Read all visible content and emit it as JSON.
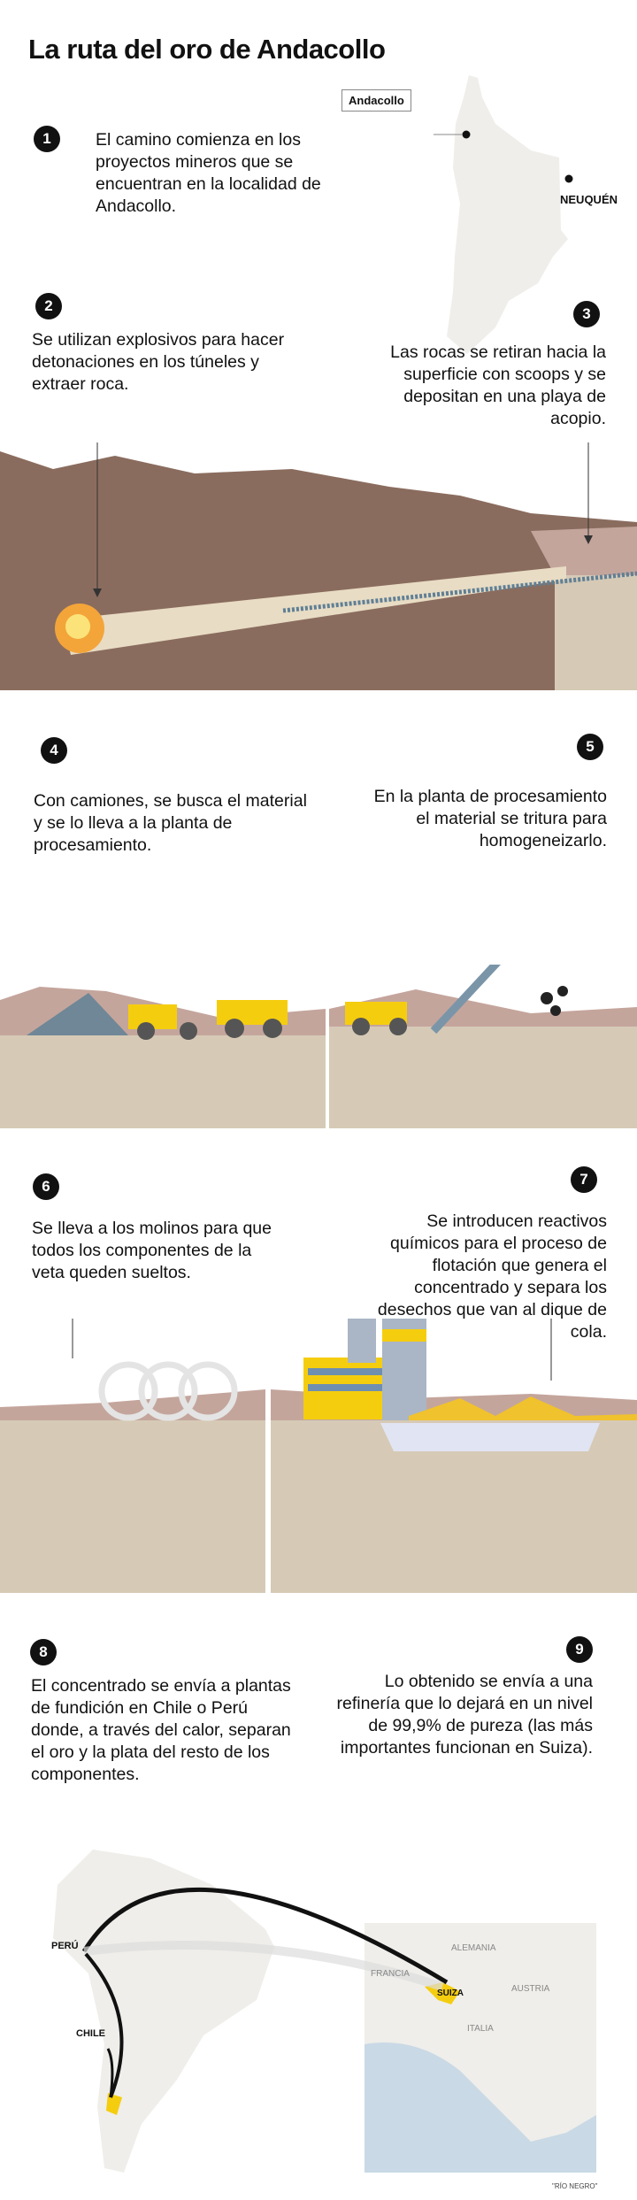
{
  "title": "La ruta del oro de Andacollo",
  "locator_map": {
    "andacollo_label": "Andacollo",
    "neuquen_label": "NEUQUÉN"
  },
  "steps": [
    {
      "number": "1",
      "text": "El camino comienza en los proyectos mineros que se encuentran en la localidad de Andacollo."
    },
    {
      "number": "2",
      "text": "Se utilizan explosivos para hacer detonaciones en los túneles y extraer roca."
    },
    {
      "number": "3",
      "text": "Las rocas se retiran hacia la superficie con scoops y se depositan en una playa de acopio."
    },
    {
      "number": "4",
      "text": "Con camiones, se busca el material y se lo lleva a la planta de procesamiento."
    },
    {
      "number": "5",
      "text": "En la planta de procesamiento el material se tritura para homogeneizarlo."
    },
    {
      "number": "6",
      "text": "Se lleva a los molinos para que todos los componentes de la veta queden sueltos."
    },
    {
      "number": "7",
      "text": "Se introducen reactivos químicos para el proceso de flotación que genera el concentrado y separa los desechos que van al dique de cola."
    },
    {
      "number": "8",
      "text": "El concentrado se envía a plantas de fundición en Chile o Perú donde, a través del calor, separan el oro y la plata del resto de los componentes."
    },
    {
      "number": "9",
      "text": "Lo obtenido se envía a una refinería que lo dejará en un nivel de 99,9% de pureza (las más importantes funcionan en Suiza)."
    }
  ],
  "world_map": {
    "peru": "PERÚ",
    "chile": "CHILE",
    "alemania": "ALEMANIA",
    "francia": "FRANCIA",
    "suiza": "SUIZA",
    "austria": "AUSTRIA",
    "italia": "ITALIA"
  },
  "credit": "\"RÍO NEGRO\"",
  "colors": {
    "ground": "#d6cab6",
    "mountain": "#8a6c5e",
    "hill": "#c4a59c",
    "accent": "#f5cd0f",
    "map_land": "#efeeea",
    "sea": "#c9d9e5"
  }
}
